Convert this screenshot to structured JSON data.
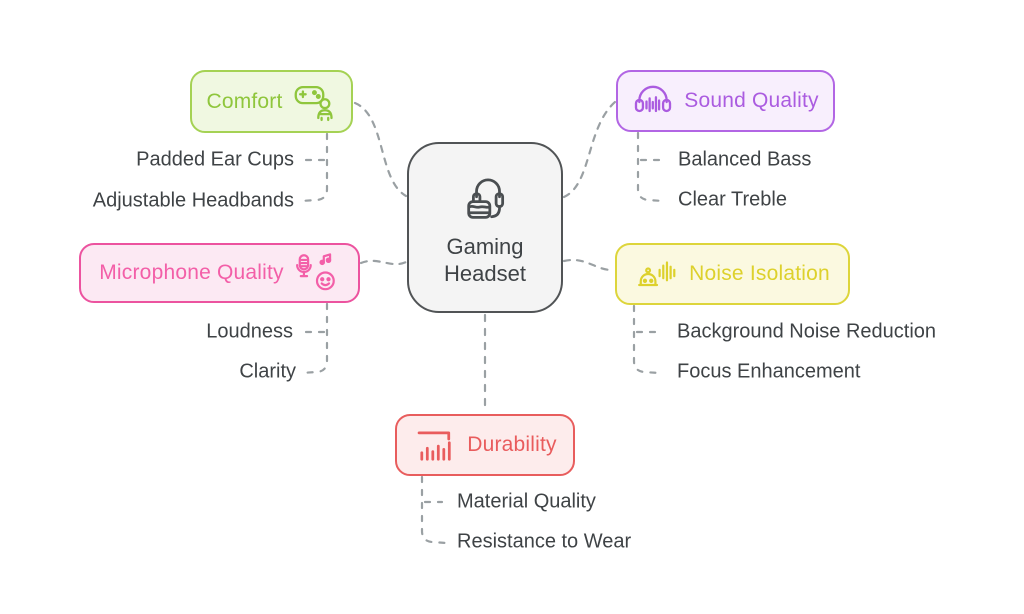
{
  "title": "Gaming Headset Mind Map",
  "center": {
    "line1": "Gaming",
    "line2": "Headset",
    "icon": "gaming-headset-icon",
    "colors": {
      "text": "#3f4346",
      "border": "#515456",
      "background": "#f4f4f4"
    }
  },
  "connector_color": "#9aa0a3",
  "child_text_color": "#3f4346",
  "branches": [
    {
      "label": "Comfort",
      "icon": "controller-person-icon",
      "icon_side": "right",
      "colors": {
        "text": "#8fc63c",
        "border": "#a5d254",
        "background": "#f0f8e1"
      },
      "children": [
        "Padded Ear Cups",
        "Adjustable Headbands"
      ]
    },
    {
      "label": "Sound Quality",
      "icon": "headphones-wave-icon",
      "icon_side": "left",
      "colors": {
        "text": "#ab5ce0",
        "border": "#b266e4",
        "background": "#f8effd"
      },
      "children": [
        "Balanced Bass",
        "Clear Treble"
      ]
    },
    {
      "label": "Microphone Quality",
      "icon": "microphone-face-icon",
      "icon_side": "right",
      "colors": {
        "text": "#f35fa8",
        "border": "#ec539f",
        "background": "#fce9f3"
      },
      "children": [
        "Loudness",
        "Clarity"
      ]
    },
    {
      "label": "Noise Isolation",
      "icon": "person-soundwave-icon",
      "icon_side": "left",
      "colors": {
        "text": "#ddd12c",
        "border": "#ddd53b",
        "background": "#fbf9e0"
      },
      "children": [
        "Background Noise Reduction",
        "Focus Enhancement"
      ]
    },
    {
      "label": "Durability",
      "icon": "bar-chart-icon",
      "icon_side": "left",
      "colors": {
        "text": "#e95c5d",
        "border": "#e85d5d",
        "background": "#fdecec"
      },
      "children": [
        "Material Quality",
        "Resistance to Wear"
      ]
    }
  ]
}
